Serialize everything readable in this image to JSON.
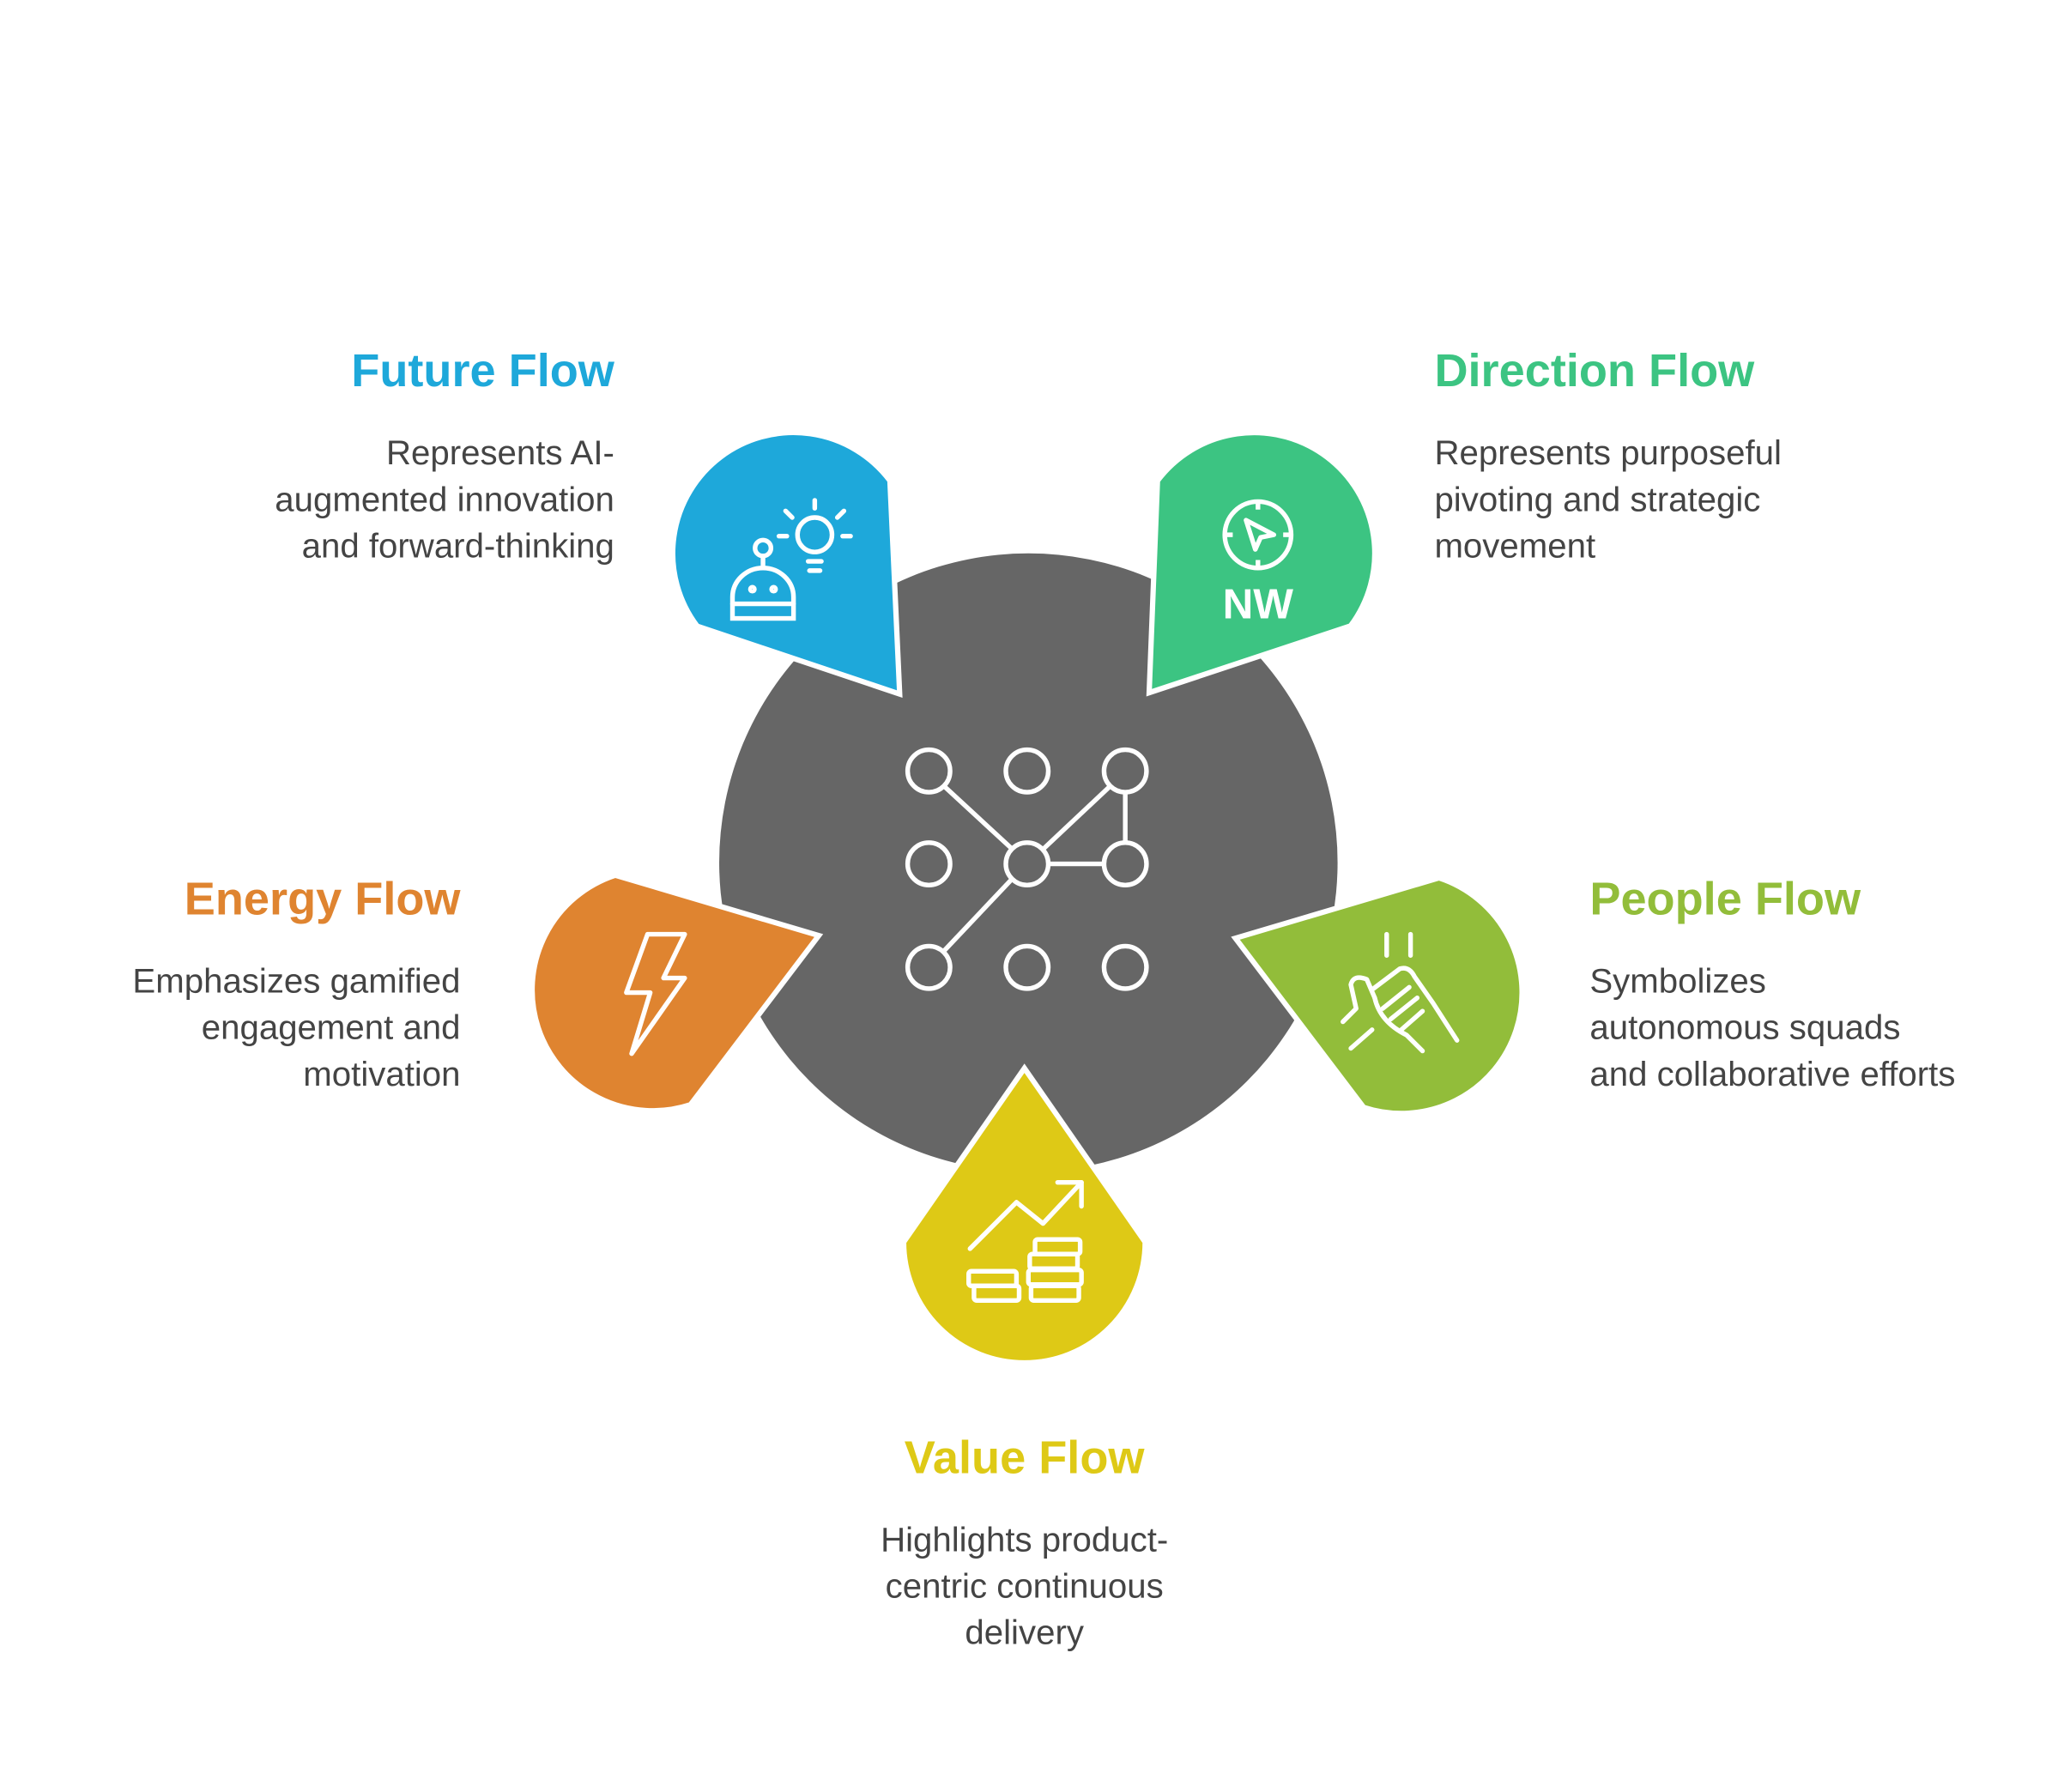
{
  "colors": {
    "center": "#666666",
    "future": "#1EA8DA",
    "direction": "#3CC482",
    "energy": "#DF8430",
    "people": "#92BD3A",
    "value": "#DEC916"
  },
  "center": {
    "icon": "network-nodes-icon"
  },
  "items": [
    {
      "key": "future",
      "title": "Future Flow",
      "desc": "Represents AI-\naugmented innovation\nand forward-thinking",
      "icon": "robot-lightbulb-icon"
    },
    {
      "key": "direction",
      "title": "Direction Flow",
      "desc": "Represents purposeful\npivoting and strategic\nmovement",
      "icon": "compass-nw-icon"
    },
    {
      "key": "energy",
      "title": "Energy Flow",
      "desc": "Emphasizes gamified\nengagement and\nmotivation",
      "icon": "lightning-bolt-icon"
    },
    {
      "key": "people",
      "title": "People Flow",
      "desc": "Symbolizes\nautonomous squads\nand collaborative efforts",
      "icon": "hands-together-icon"
    },
    {
      "key": "value",
      "title": "Value Flow",
      "desc": "Highlights product-\ncentric continuous\ndelivery",
      "icon": "growth-coins-icon"
    }
  ],
  "icon_text": {
    "compass": "NW"
  }
}
